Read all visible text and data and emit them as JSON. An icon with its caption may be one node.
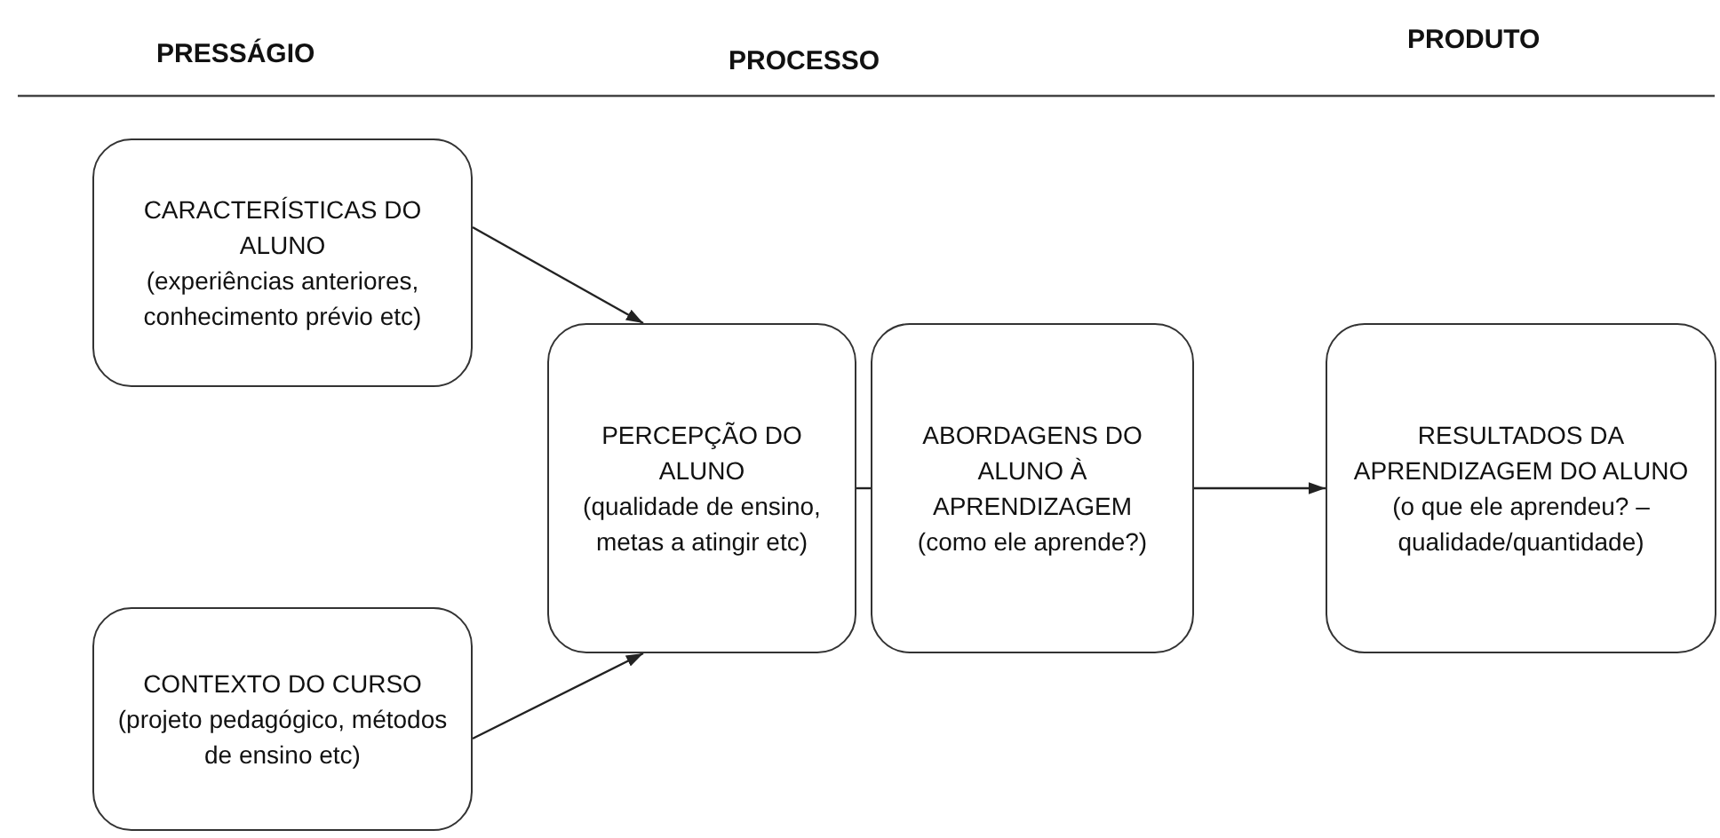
{
  "diagram": {
    "nodes": [
      {
        "text": [
          "CARACTERÍSTICAS DO ALUNO",
          "(experiências anteriores, conhecimento prévio etc)"
        ]
      },
      {
        "text": [
          "CONTEXTO DO CURSO",
          "(projeto pedagógico, métodos de ensino etc)"
        ]
      },
      {
        "text": [
          "PERCEPÇÃO DO ALUNO",
          "(qualidade de ensino, metas a atingir etc)"
        ]
      },
      {
        "text": [
          "ABORDAGENS DO ALUNO À APRENDIZAGEM",
          "(como ele aprende?)"
        ]
      },
      {
        "text": [
          "RESULTADOS DA APRENDIZAGEM DO ALUNO",
          "(o que ele aprendeu? – qualidade/quantidade)"
        ]
      }
    ],
    "edges": [
      {
        "from": 0,
        "to": 2,
        "arrow": "to"
      },
      {
        "from": 1,
        "to": 2,
        "arrow": "to"
      },
      {
        "from": 2,
        "to": 3,
        "arrow": "none"
      },
      {
        "from": 3,
        "to": 4,
        "arrow": "to"
      }
    ],
    "labels": [
      "PRESSÁGIO",
      "PROCESSO",
      "PRODUTO"
    ]
  }
}
